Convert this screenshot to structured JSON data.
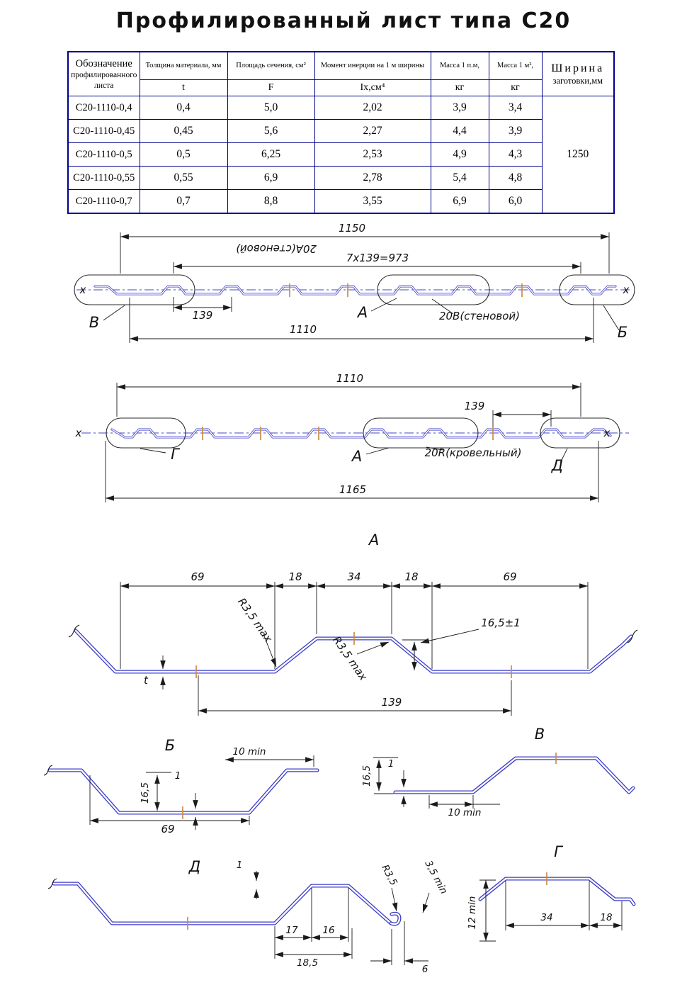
{
  "colors": {
    "table_border": "#00008b",
    "profile_line": "#3c3cc8",
    "dimension_line": "#1a1a1a",
    "center_mark_tick": "#cc8a4a"
  },
  "title": "Профилированный лист типа С20",
  "table": {
    "columns": [
      {
        "l1": "Обозначение",
        "l2": "профилированного",
        "l3": "листа"
      },
      {
        "title": "Толщина материала, мм",
        "sub": "t"
      },
      {
        "title": "Площадь сечения, см²",
        "sub": "F"
      },
      {
        "title": "Момент инерции на 1 м ширины",
        "sub": "Iх,см⁴"
      },
      {
        "title": "Масса 1 п.м,",
        "sub": "кг"
      },
      {
        "title": "Масса 1 м²,",
        "sub": "кг"
      },
      {
        "title": "Ширина",
        "sub": "заготовки,мм"
      }
    ],
    "width_value": "1250",
    "rows": [
      [
        "С20-1110-0,4",
        "0,4",
        "5,0",
        "2,02",
        "3,9",
        "3,4"
      ],
      [
        "С20-1110-0,45",
        "0,45",
        "5,6",
        "2,27",
        "4,4",
        "3,9"
      ],
      [
        "С20-1110-0,5",
        "0,5",
        "6,25",
        "2,53",
        "4,9",
        "4,3"
      ],
      [
        "С20-1110-0,55",
        "0,55",
        "6,9",
        "2,78",
        "5,4",
        "4,8"
      ],
      [
        "С20-1110-0,7",
        "0,7",
        "8,8",
        "3,55",
        "6,9",
        "6,0"
      ]
    ]
  },
  "wall_view": {
    "dim_total": "1150",
    "dim_formula": "7х139=973",
    "label_top_rotated": "20А(стеновой)",
    "dim_pitch": "139",
    "dim_working_width": "1110",
    "label_wall": "20В(стеновой)",
    "callout_a": "А",
    "callout_v": "В",
    "callout_b": "Б",
    "axis_left": "х",
    "axis_right": "х"
  },
  "roof_view": {
    "dim_working_width": "1110",
    "dim_pitch": "139",
    "label_roof": "20R(кровельный)",
    "callout_g": "Г",
    "callout_a": "А",
    "callout_d": "Д",
    "dim_total": "1165",
    "axis_left": "х",
    "axis_right": "х"
  },
  "detail_a": {
    "title": "А",
    "dim_69_left": "69",
    "dim_18_left": "18",
    "dim_34": "34",
    "dim_18_right": "18",
    "dim_69_right": "69",
    "radius_left": "R3,5 max",
    "radius_right": "R3,5 max",
    "dim_height": "16,5±1",
    "dim_pitch": "139",
    "thickness": "t"
  },
  "detail_b": {
    "title": "Б",
    "dim_lip": "10 min",
    "dim_height": "16,5",
    "thickness": "1",
    "dim_base": "69"
  },
  "detail_v": {
    "title": "В",
    "dim_height": "16,5",
    "thickness": "1",
    "dim_lip": "10 min"
  },
  "detail_d": {
    "title": "Д",
    "thickness": "1",
    "dim_17": "17",
    "dim_16": "16",
    "dim_18_5": "18,5",
    "dim_6": "6",
    "radius": "R3,5",
    "dim_hem": "3,5 min"
  },
  "detail_g": {
    "title": "Г",
    "dim_34": "34",
    "dim_18": "18",
    "dim_edge": "12 min"
  }
}
